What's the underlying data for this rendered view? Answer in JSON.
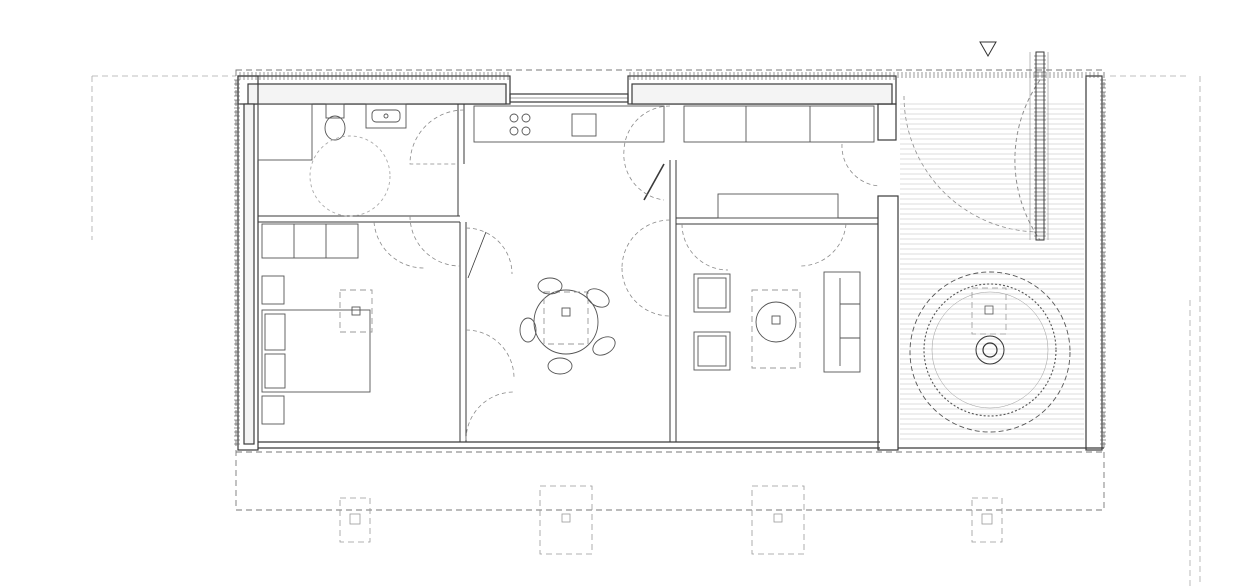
{
  "drawing": {
    "type": "architectural floor plan",
    "rooms": [
      {
        "name": "bathroom",
        "label": ""
      },
      {
        "name": "bedroom",
        "label": ""
      },
      {
        "name": "dining-kitchen",
        "label": ""
      },
      {
        "name": "living",
        "label": ""
      },
      {
        "name": "terrace",
        "label": ""
      }
    ],
    "colors": {
      "line": "#3a3a3a",
      "thin": "#7a7a7a",
      "dashed": "#8a8a8a",
      "wall_hatch": "#555555",
      "background": "#ffffff"
    },
    "symbols": [
      "north-marker-triangle",
      "tree-canopy",
      "tree-trunk",
      "entry-door-swing"
    ]
  }
}
